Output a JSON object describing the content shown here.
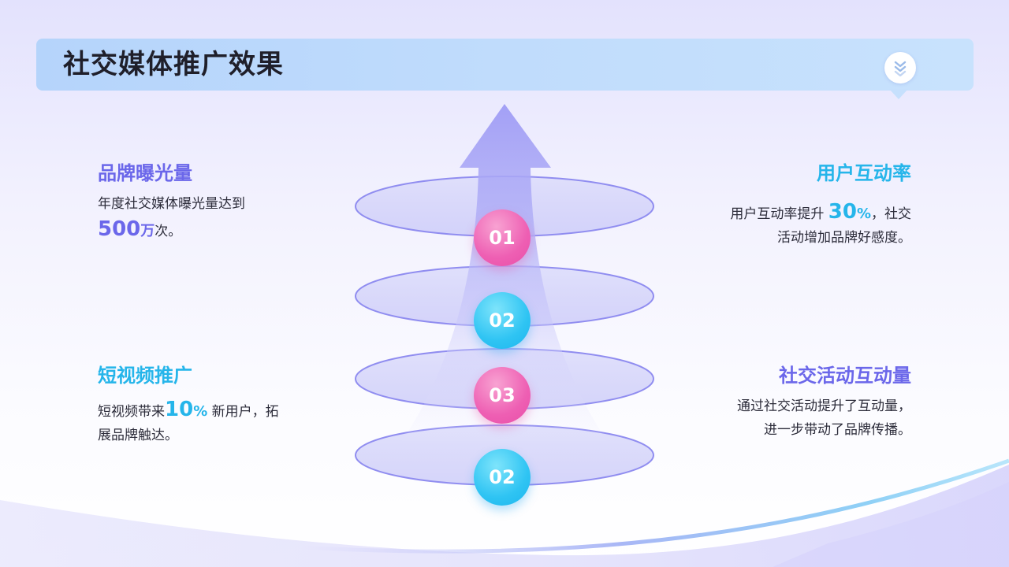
{
  "header": {
    "title": "社交媒体推广效果"
  },
  "center": {
    "badges": [
      {
        "label": "01",
        "color": "#ee5fb3"
      },
      {
        "label": "02",
        "color": "#2fc4f3"
      },
      {
        "label": "03",
        "color": "#ee5fb3"
      },
      {
        "label": "02",
        "color": "#2fc4f3"
      }
    ]
  },
  "brand_exposure": {
    "heading": "品牌曝光量",
    "line1": "年度社交媒体曝光量达到",
    "number": "500",
    "unit": "万",
    "suffix": "次。"
  },
  "short_video": {
    "heading": "短视频推广",
    "prefix": "短视频带来",
    "number": "10",
    "unit": "%",
    "suffix": " 新用户，拓",
    "line2": "展品牌触达。"
  },
  "engagement": {
    "heading": "用户互动率",
    "prefix": "用户互动率提升 ",
    "number": "30",
    "unit": "%",
    "suffix": "，社交",
    "line2": "活动增加品牌好感度。"
  },
  "social_activity": {
    "heading": "社交活动互动量",
    "line1": "通过社交活动提升了互动量，",
    "line2": "进一步带动了品牌传播。"
  },
  "colors": {
    "purple_accent": "#6b67ea",
    "cyan_accent": "#25b5ea",
    "pink_badge": "#ee5fb3",
    "blue_badge": "#2fc4f3",
    "title_bar": "#bcd9fb"
  }
}
